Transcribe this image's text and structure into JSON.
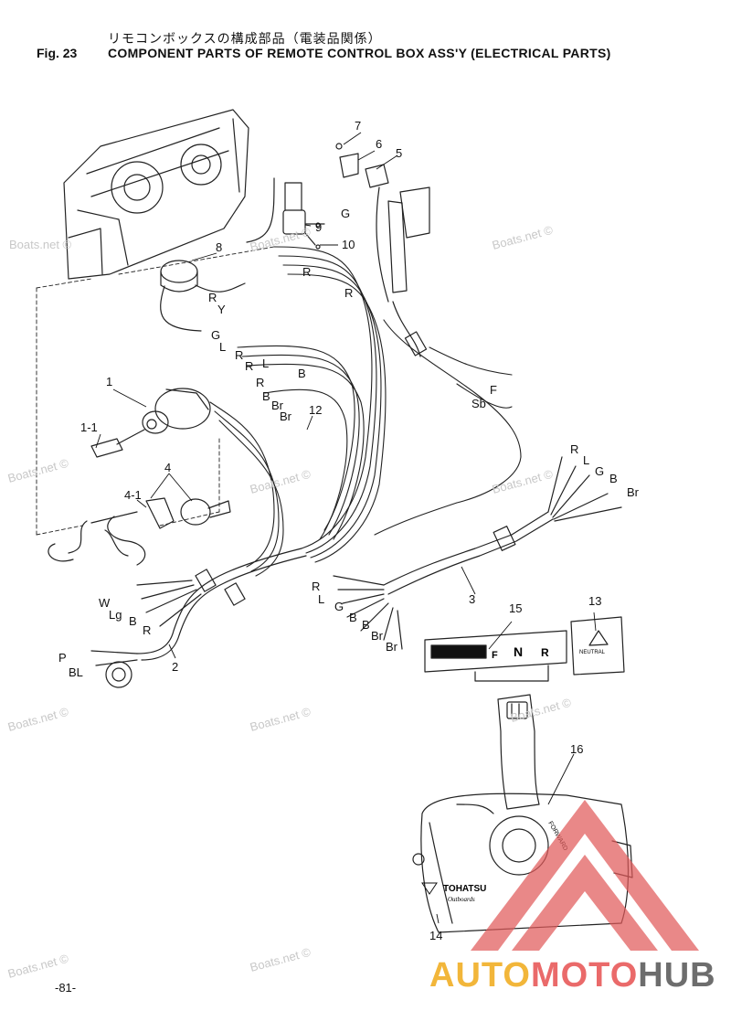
{
  "header": {
    "jp_title": "リモコンボックスの構成部品（電装品関係）",
    "fig": "Fig. 23",
    "en_title": "COMPONENT PARTS OF REMOTE CONTROL BOX ASS'Y (ELECTRICAL PARTS)"
  },
  "page_number": "-81-",
  "watermark": "Boats.net ©",
  "brand": {
    "auto": "AUTO",
    "moto": "MOTO",
    "hub": "HUB"
  },
  "callouts": {
    "p1": "1",
    "p1_1": "1-1",
    "p2": "2",
    "p3": "3",
    "p4": "4",
    "p4_1": "4-1",
    "p5": "5",
    "p6": "6",
    "p7": "7",
    "p8": "8",
    "p9": "9",
    "p10": "10",
    "p12": "12",
    "p13": "13",
    "p14": "14",
    "p15": "15",
    "p16": "16"
  },
  "wire_labels": {
    "g_top": "G",
    "r_top": "R",
    "r_top2": "R",
    "r_8": "R",
    "y_8": "Y",
    "g_mid": "G",
    "l_mid": "L",
    "r_mid": "R",
    "r_mid2": "R",
    "l_mid2": "L",
    "b_mid": "B",
    "r_key": "R",
    "b_key": "B",
    "br_key": "Br",
    "br_key2": "Br",
    "f_right": "F",
    "sb_right": "Sb",
    "r_harn3": "R",
    "l_harn3": "L",
    "g_harn3": "G",
    "b_harn3": "B",
    "br_harn3": "Br",
    "w_harn2": "W",
    "lg_harn2": "Lg",
    "b_harn2": "B",
    "r_harn2": "R",
    "p_harn2": "P",
    "bl_harn2": "BL",
    "r_h3": "R",
    "l_h3": "L",
    "g_h3": "G",
    "b_h3": "B",
    "b_h3b": "B",
    "br_h3": "Br",
    "br_h3b": "Br"
  },
  "labels15": {
    "f": "F",
    "n": "N",
    "r": "R"
  },
  "label13": "NEUTRAL",
  "label16": "FORWARD",
  "label14_brand": "TOHATSU",
  "label14_sub": "Outboards",
  "colors": {
    "ink": "#111111",
    "watermark": "#c8c8c8",
    "logo_red": "#e05a5a",
    "logo_orange": "#f2b63a",
    "logo_gray": "#6d6d6d"
  }
}
